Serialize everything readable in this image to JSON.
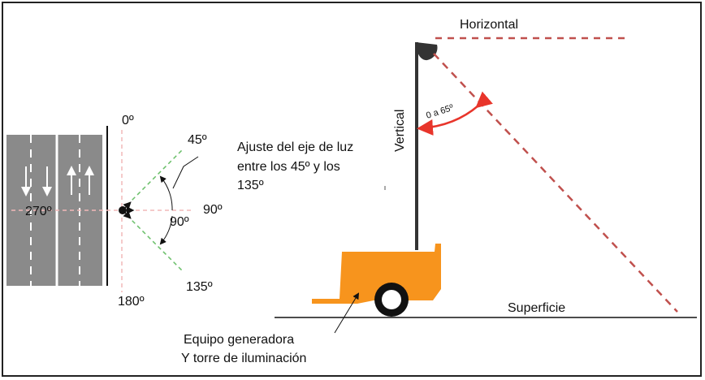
{
  "labels": {
    "angle_0": "0º",
    "angle_45": "45º",
    "angle_90": "90º",
    "angle_90_inner": "90º",
    "angle_135": "135º",
    "angle_180": "180º",
    "angle_270": "270º",
    "adjust_line1": "Ajuste del eje de luz",
    "adjust_line2": "entre los 45º y los",
    "adjust_line3": "135º",
    "horizontal": "Horizontal",
    "vertical": "Vertical",
    "tilt_range": "0 a 65º",
    "surface": "Superficie",
    "equipment_line1": "Equipo generadora",
    "equipment_line2": "Y torre de iluminación"
  },
  "colors": {
    "road": "#8a8a8a",
    "generator": "#f7941d",
    "light_beam": "#c0504d",
    "guide_green": "#6abf69",
    "guide_pink": "#f2b8b8",
    "tilt_arc": "#e8352b"
  }
}
